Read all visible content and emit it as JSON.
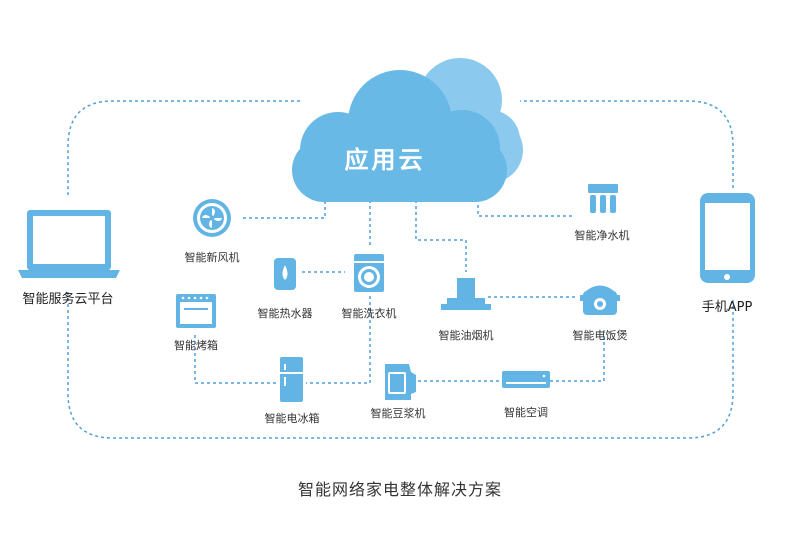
{
  "cloud": {
    "label": "应用云"
  },
  "endpoints": {
    "platform": "智能服务云平台",
    "phone": "手机APP"
  },
  "devices": {
    "fresh_air": "智能新风机",
    "water_heater": "智能热水器",
    "washer": "智能洗衣机",
    "oven": "智能烤箱",
    "fridge": "智能电冰箱",
    "soymilk": "智能豆浆机",
    "range_hood": "智能油烟机",
    "rice_cooker": "智能电饭煲",
    "air_conditioner": "智能空调",
    "water_purifier": "智能净水机"
  },
  "caption": "智能网络家电整体解决方案",
  "colors": {
    "accent": "#62b4e4",
    "cloud": "#69b9e6",
    "cloud_back": "#8cc9ee",
    "line": "#4f9fd8",
    "text": "#333333"
  }
}
